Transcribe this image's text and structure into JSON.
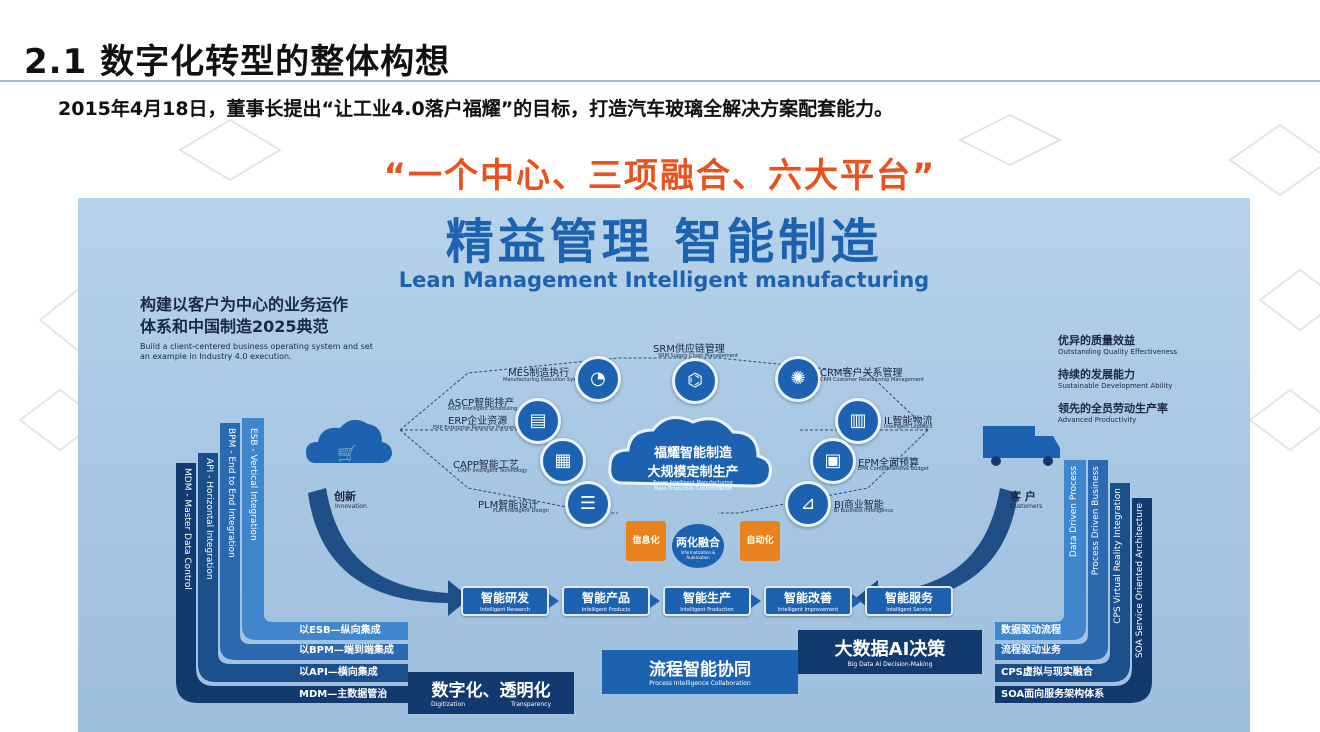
{
  "header": {
    "title": "2.1 数字化转型的整体构想",
    "subtitle": "2015年4月18日，董事长提出“让工业4.0落户福耀”的目标，打造汽车玻璃全解决方案配套能力。",
    "slogan": "“一个中心、三项融合、六大平台”"
  },
  "diagram": {
    "main_title_cn": "精益管理  智能制造",
    "main_title_en": "Lean Management Intelligent manufacturing",
    "left_heading_line1": "构建以客户为中心的业务运作",
    "left_heading_line2": "体系和中国制造2025典范",
    "left_heading_en": "Build a client-centered business operating system and set an example in Industry 4.0 execution.",
    "right_points": [
      {
        "cn": "优异的质量效益",
        "en": "Outstanding Quality Effectiveness"
      },
      {
        "cn": "持续的发展能力",
        "en": "Sustainable Development Ability"
      },
      {
        "cn": "领先的全员劳动生产率",
        "en": "Advanced Productivity"
      }
    ],
    "innovation_cn": "创新",
    "innovation_en": "Innovation",
    "customer_cn": "客 户",
    "customer_en": "Customers",
    "center_cn1": "福耀智能制造",
    "center_cn2": "大规模定制生产",
    "center_en1": "Fuyao Intelligent Manufacturing",
    "center_en2": "Mass Production Customization",
    "left_nodes": [
      {
        "cn": "MES制造执行",
        "en": "Manufacturing Execution System",
        "icon": "gauge-icon"
      },
      {
        "cn": "ASCP智能排产",
        "en": "ASCP Intelligent Scheduling",
        "icon": "document-icon"
      },
      {
        "cn": "ERP企业资源",
        "en": "ERP Enterprise Resource Planning",
        "icon": "document-icon"
      },
      {
        "cn": "CAPP智能工艺",
        "en": "CAPP Intelligent Technology",
        "icon": "qr-icon"
      },
      {
        "cn": "PLM智能设计",
        "en": "PLM Intelligent Design",
        "icon": "list-icon"
      }
    ],
    "top_node": {
      "cn": "SRM供应链管理",
      "en": "SRM Supply Chain Management",
      "icon": "network-icon"
    },
    "right_nodes": [
      {
        "cn": "CRM客户关系管理",
        "en": "CRM Customer Relationship Management",
        "icon": "lightbulb-icon"
      },
      {
        "cn": "IL智能物流",
        "en": "Intelligent Logistics",
        "icon": "report-icon"
      },
      {
        "cn": "EPM全面预算",
        "en": "EPM Comprehensive Budget",
        "icon": "wallet-icon"
      },
      {
        "cn": "BI商业智能",
        "en": "BI Business Intelligence",
        "icon": "chart-icon"
      }
    ],
    "fusion_cn": "两化融合",
    "fusion_en": "Informatization & Automation",
    "info_label": "信息化",
    "auto_label": "自动化",
    "steps": [
      {
        "cn": "智能研发",
        "en": "Intelligent Research"
      },
      {
        "cn": "智能产品",
        "en": "Intelligent Products"
      },
      {
        "cn": "智能生产",
        "en": "Intelligent Production"
      },
      {
        "cn": "智能改善",
        "en": "Intelligent Improvement"
      },
      {
        "cn": "智能服务",
        "en": "Intelligent Service"
      }
    ],
    "left_bars": [
      "以ESB—纵向集成",
      "以BPM—端到端集成",
      "以API—横向集成",
      "MDM—主数据管治"
    ],
    "left_vertical": [
      "ESB - Vertical Integration",
      "BPM - End to End Integration",
      "API - Horizontal Integration",
      "MDM - Master Data Control"
    ],
    "right_bars": [
      "数据驱动流程",
      "流程驱动业务",
      "CPS虚拟与现实融合",
      "SOA面向服务架构体系"
    ],
    "right_vertical": [
      "Data Driven Process",
      "Process Driven Business",
      "CPS Virtual Reality Integration",
      "SOA Service Oriented Architecture"
    ],
    "bottom_left": {
      "cn": "数字化、透明化",
      "en1": "Digitization",
      "en2": "Transparency"
    },
    "bottom_mid": {
      "cn": "流程智能协同",
      "en": "Process Intelligence Collaboration"
    },
    "bottom_right": {
      "cn": "大数据AI决策",
      "en": "Big Data AI Decision-Making"
    }
  },
  "colors": {
    "accent": "#1d62b0",
    "slogan": "#e8521c",
    "dark": "#123a6e",
    "orange": "#e8821c"
  }
}
